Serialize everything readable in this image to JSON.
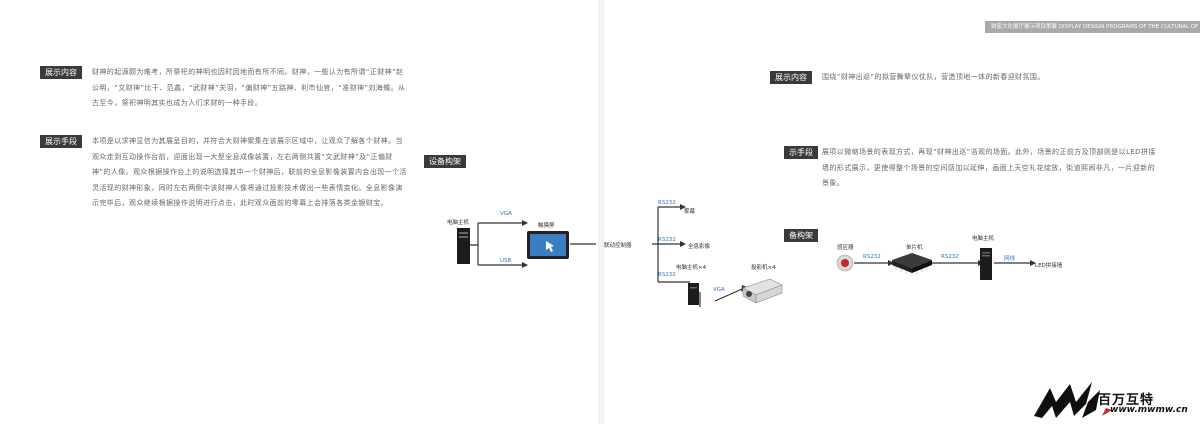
{
  "header": {
    "text": "财富文化展厅展示项目策展 DISPLAY DESIGN PROGRAMS OF THE CULTURAL OF WEALTH HALL"
  },
  "left": {
    "content_label": "展示内容",
    "content_text": "财神的起源颇为难考，所祭祀的神明也因时因地而有所不同。财神，一般认为有所谓“正财神”赵公明，“文财神”比干、范蠡，“武财神”关羽，“偏财神”五路神、利市仙官，“准财神”刘海蟾。从古至今，祭祀神明其实也成为人们求财的一种手段。",
    "means_label": "展示手段",
    "means_text": "本项是以求神显信为其展呈目的，并符合大财神聚集在该展示区域中，让观众了解各个财神。当观众走到互动操作台前，迎面出现一大型全息成像装置，左右两侧共置“文武财神”及“正偏财神”的人像。观众根据操作台上的说明选择其中一个财神后，联前的全息影像装置内会出现一个活灵活现的财神形象，同时左右两侧中该财神人像将通过投影技术做出一些表情变化。全息影像演示完毕后，观众继续根据操作说明进行点击，此时观众面前的零幕上会排落各类金银财宝。",
    "equip_label": "设备构架",
    "diagram": {
      "pc": "电脑主机",
      "vga": "VGA",
      "usb": "USB",
      "touch": "触摸屏",
      "controller": "联动控制器",
      "rs232_1": "RS232",
      "rs232_2": "RS232",
      "rs232_3": "RS232",
      "curtain": "雾幕",
      "holo": "全息影像",
      "pc4": "电脑主机×4",
      "vga2": "VGA",
      "projector": "投影机×4"
    }
  },
  "right": {
    "content_label": "展示内容",
    "content_text": "围绕“财神出巡”的拟营舞辇仪仗队，营造顶地一体的新春迎财氛围。",
    "means_label": "示手段",
    "means_text": "展项以微缩场景的表现方式，再现“财神出巡”浩观的场面。此外，场景的正前方及顶部则是以LED拼接墙的形式展示，更使得整个场景的空间感加以延伸，画面上天空礼花绽放，街道熙闹非凡，一片迎新的景象。",
    "equip_label": "备构架",
    "diagram": {
      "sensor": "感应器",
      "rs232_a": "RS232",
      "mcu": "单片机",
      "rs232_b": "RS232",
      "pc": "电脑主机",
      "net": "网线",
      "led": "LED拼接墙"
    }
  },
  "watermark": {
    "brand": "百万互特",
    "url": "www.mwmw.cn"
  }
}
